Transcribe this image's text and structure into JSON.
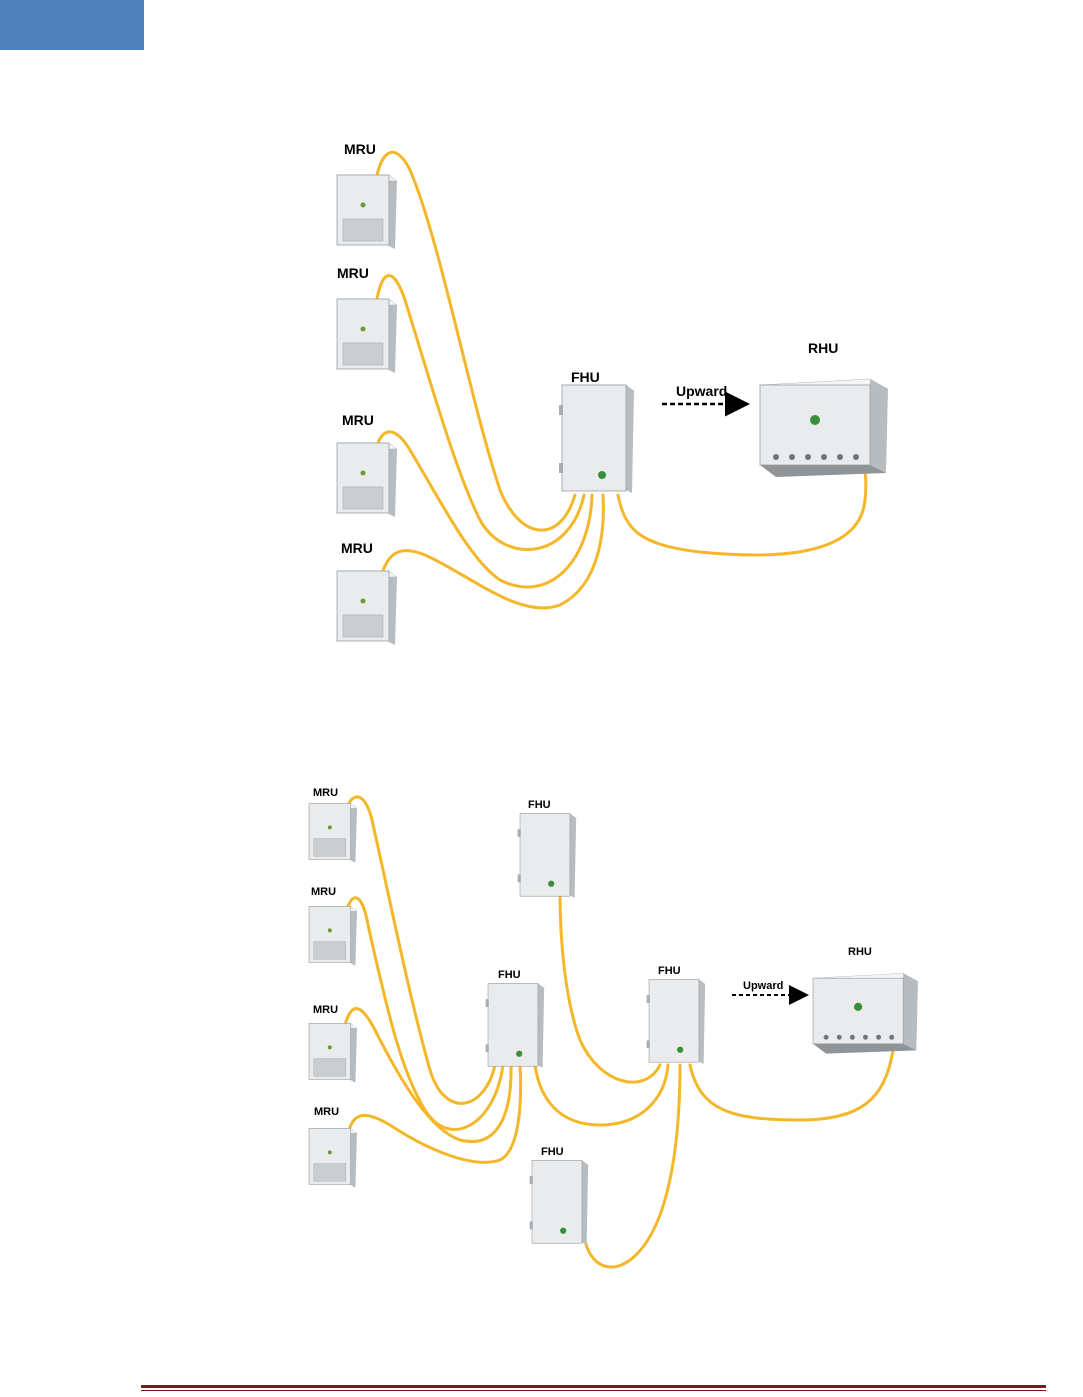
{
  "colors": {
    "tab": "#4f81bd",
    "cable": "#f5b72a",
    "cable_shadow": "#d99a10",
    "footer": "#7a1b1b",
    "unit_face": "#e9ebec",
    "unit_side": "#b7bcc0",
    "unit_top": "#f4f5f6"
  },
  "diagram1": {
    "mru_labels": [
      "MRU",
      "MRU",
      "MRU",
      "MRU"
    ],
    "fhu_label": "FHU",
    "rhu_label": "RHU",
    "upward_label": "Upward"
  },
  "diagram2": {
    "mru_labels": [
      "MRU",
      "MRU",
      "MRU",
      "MRU"
    ],
    "fhu_labels": [
      "FHU",
      "FHU",
      "FHU",
      "FHU"
    ],
    "rhu_label": "RHU",
    "upward_label": "Upward"
  }
}
